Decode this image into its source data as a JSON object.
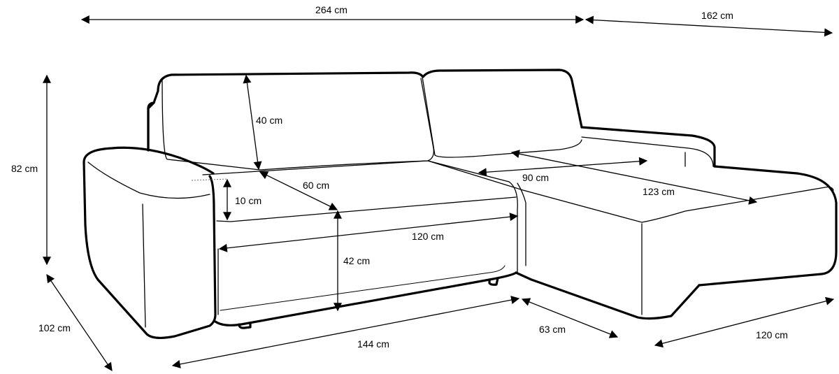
{
  "dimensions": {
    "total_width": "264 cm",
    "chaise_depth": "162 cm",
    "total_height": "82 cm",
    "seat_depth": "102 cm",
    "backrest_height": "40 cm",
    "cushion_depth": "60 cm",
    "cushion_thickness": "10 cm",
    "bed_width": "120 cm",
    "seat_height": "42 cm",
    "front_width": "144 cm",
    "chaise_front_depth": "63 cm",
    "chaise_width": "120 cm",
    "chaise_inner_width": "90 cm",
    "chaise_length": "123 cm"
  }
}
